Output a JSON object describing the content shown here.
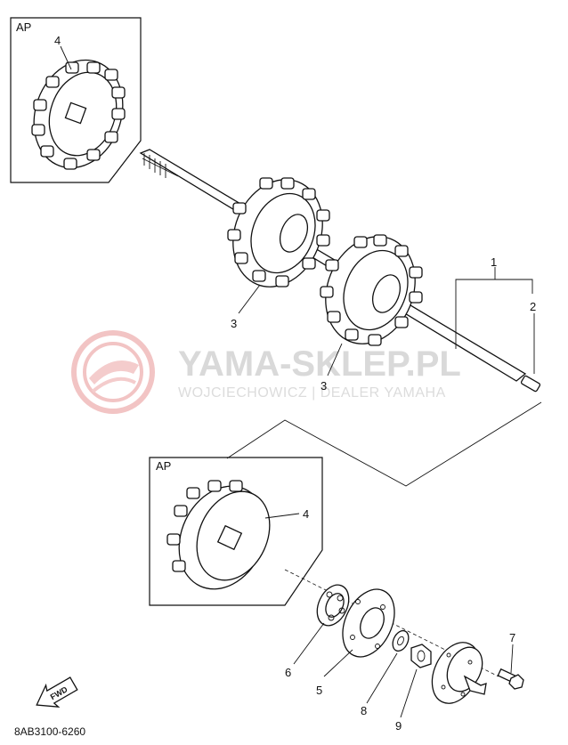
{
  "watermark": {
    "main": "YAMA-SKLEP.PL",
    "sub": "WOJCIECHOWICZ | DEALER YAMAHA"
  },
  "diagram_code": "8AB3100-6260",
  "fwd_label": "FWD",
  "ap_label_top": "AP",
  "ap_label_mid": "AP",
  "callouts": [
    {
      "id": "c4a",
      "text": "4"
    },
    {
      "id": "c1",
      "text": "1"
    },
    {
      "id": "c2",
      "text": "2"
    },
    {
      "id": "c3a",
      "text": "3"
    },
    {
      "id": "c3b",
      "text": "3"
    },
    {
      "id": "c4b",
      "text": "4"
    },
    {
      "id": "c5",
      "text": "5"
    },
    {
      "id": "c6",
      "text": "6"
    },
    {
      "id": "c7",
      "text": "7"
    },
    {
      "id": "c8",
      "text": "8"
    },
    {
      "id": "c9",
      "text": "9"
    }
  ]
}
